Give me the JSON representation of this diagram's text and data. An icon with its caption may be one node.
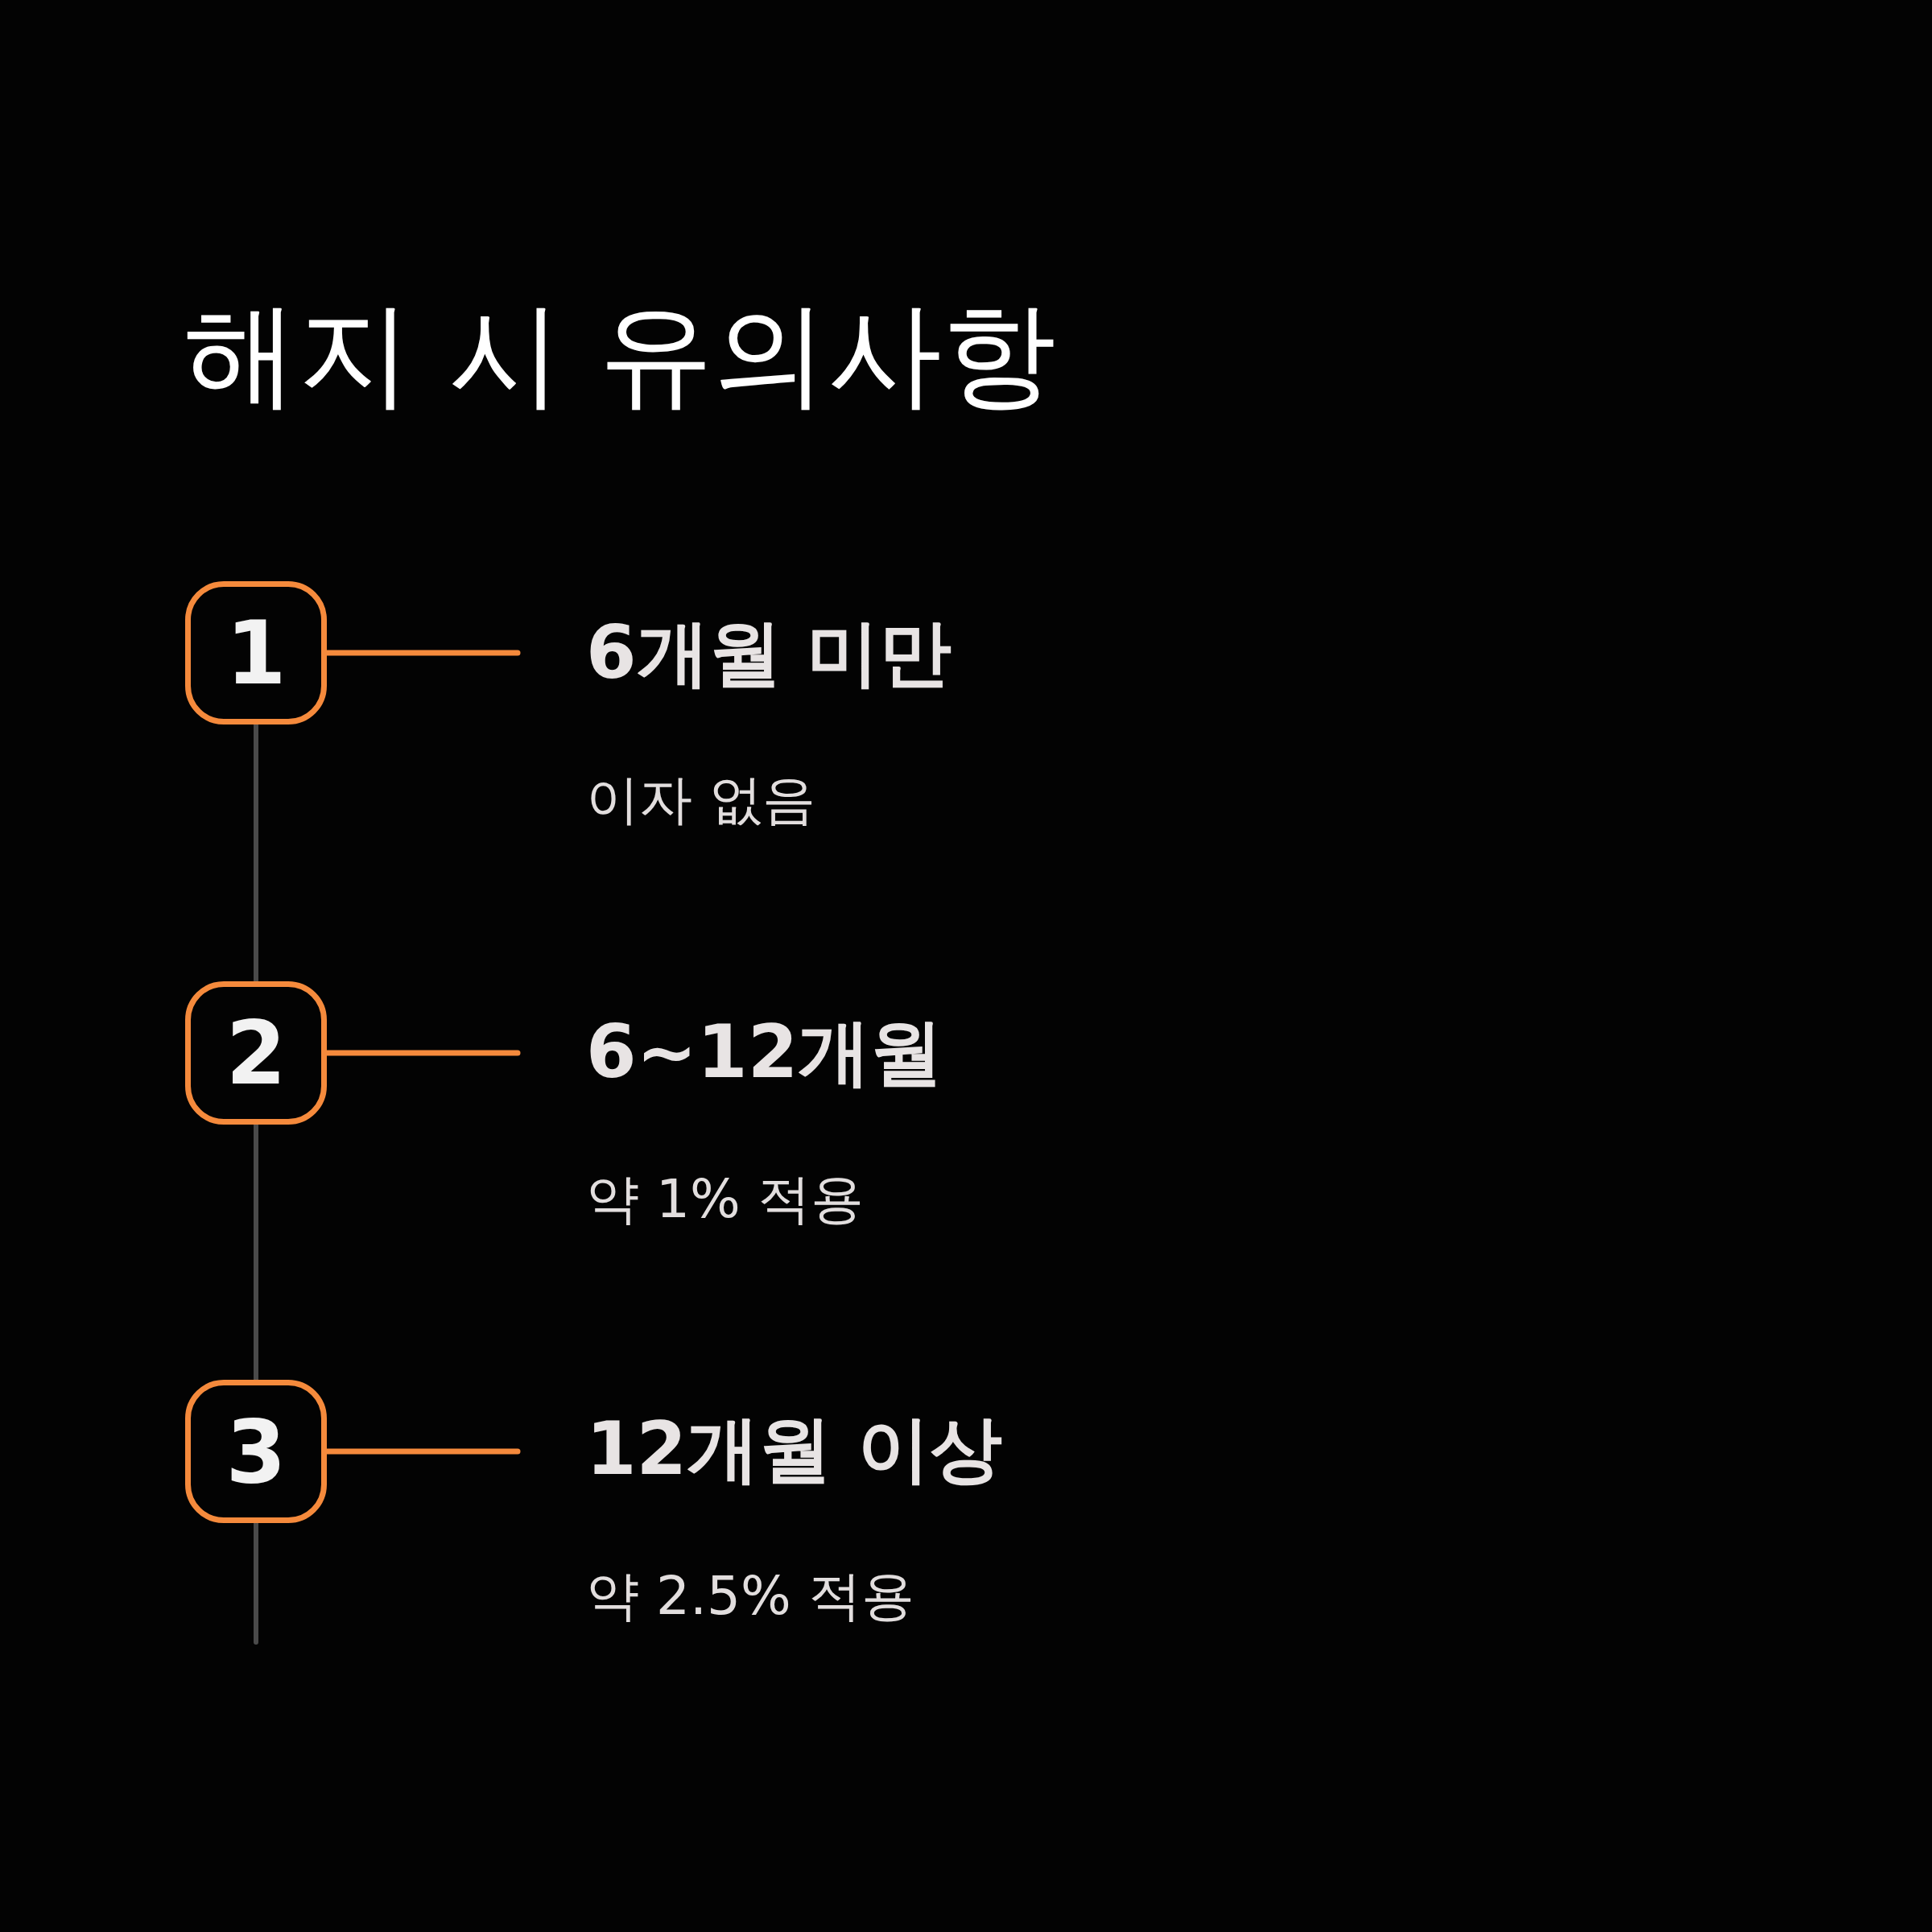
{
  "diagram": {
    "title": "해지 시 유의사항",
    "nodes": [
      {
        "text": [
          "1"
        ]
      },
      {
        "text": [
          "6개월 미만",
          "이자 없음"
        ]
      },
      {
        "text": [
          "2"
        ]
      },
      {
        "text": [
          "6~12개월",
          "약 1% 적용"
        ]
      },
      {
        "text": [
          "3"
        ]
      },
      {
        "text": [
          "12개월 이상",
          "약 2.5% 적용"
        ]
      }
    ],
    "edges": [
      {
        "from": 0,
        "to": 1,
        "arrow": "none"
      },
      {
        "from": 2,
        "to": 3,
        "arrow": "none"
      },
      {
        "from": 4,
        "to": 5,
        "arrow": "none"
      },
      {
        "from": 0,
        "to": 2,
        "arrow": "none",
        "color": "#4a4a4a"
      },
      {
        "from": 2,
        "to": 4,
        "arrow": "none",
        "color": "#4a4a4a"
      },
      {
        "from": 4,
        "to": null,
        "arrow": "none",
        "color": "#4a4a4a"
      }
    ]
  }
}
